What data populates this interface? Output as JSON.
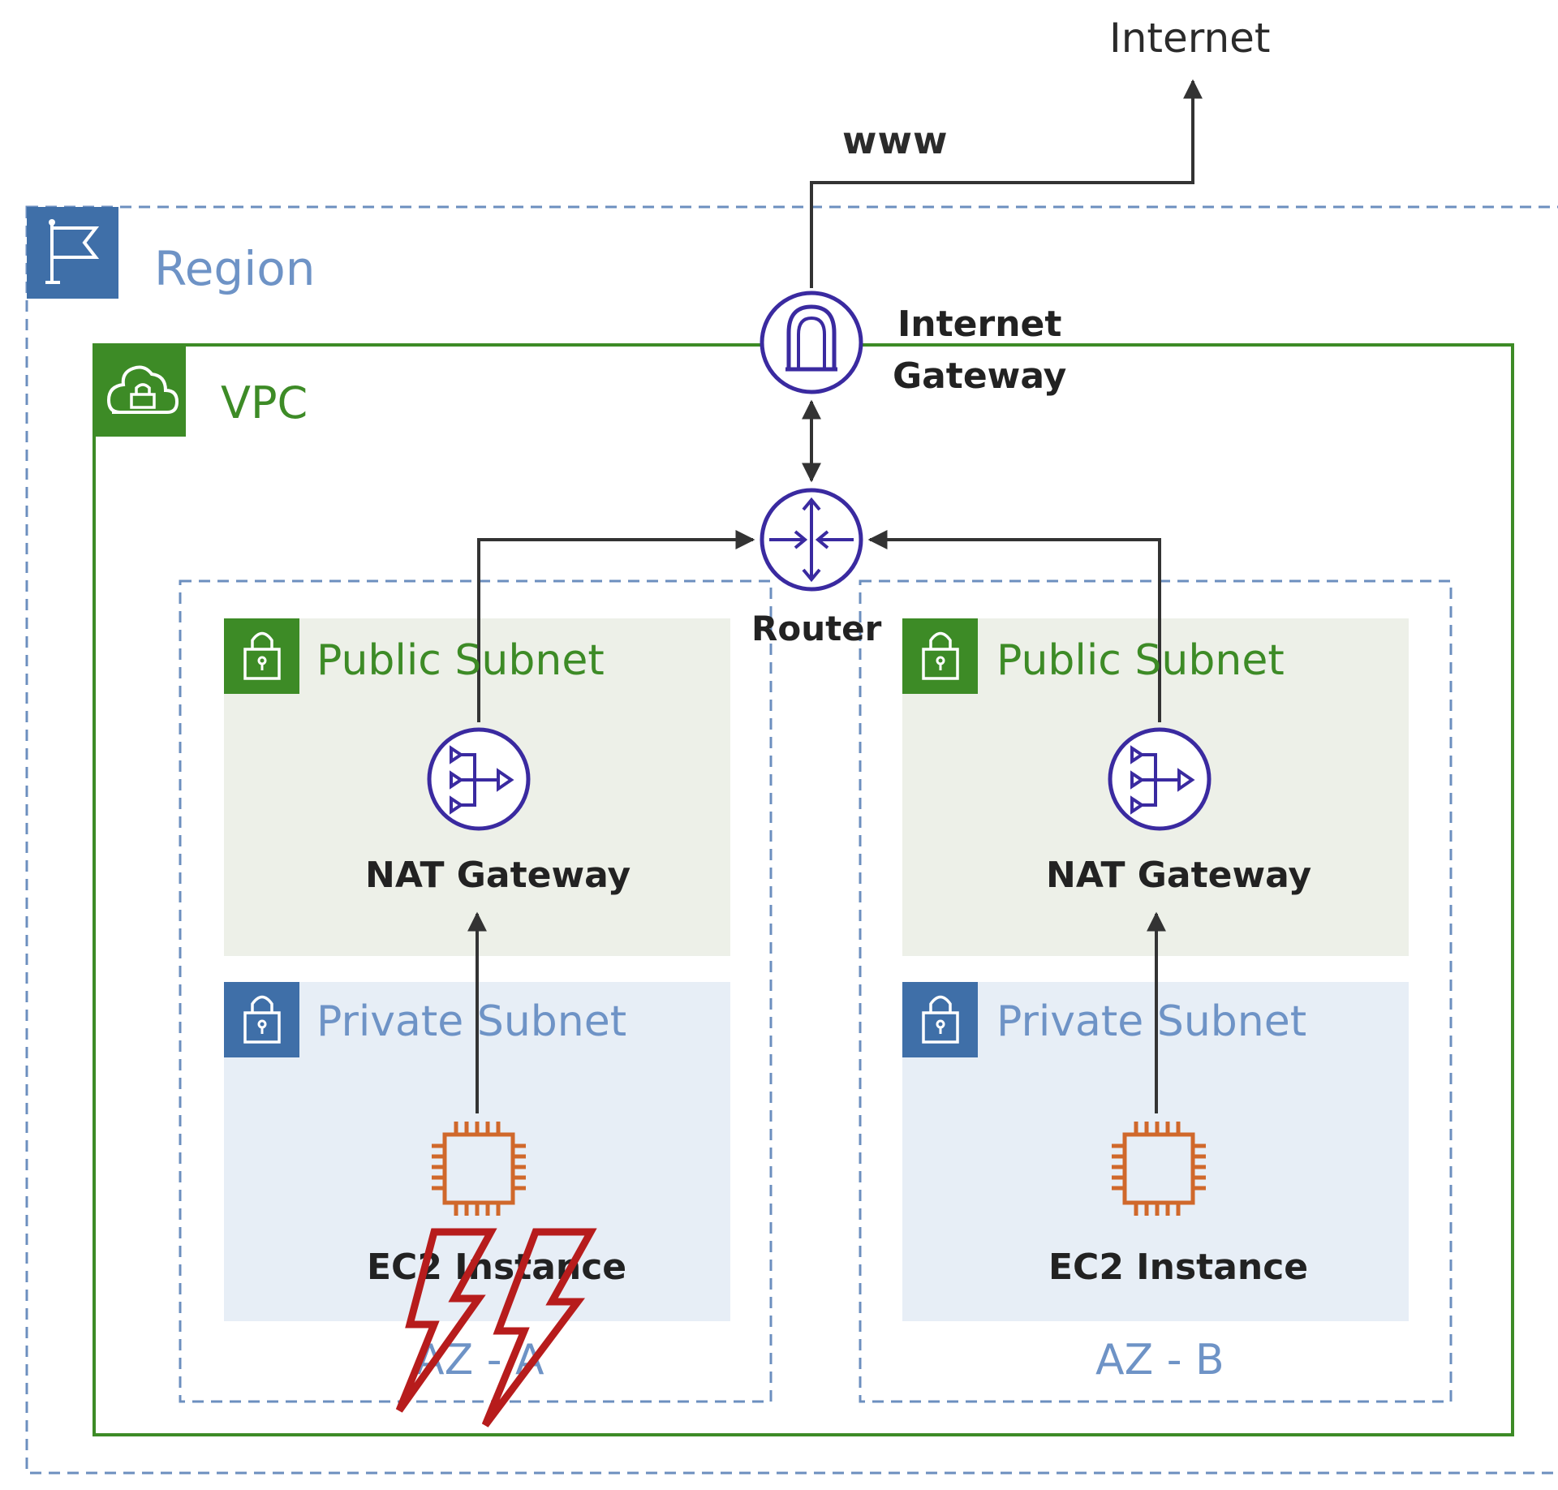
{
  "labels": {
    "internet": "Internet",
    "www": "www",
    "region": "Region",
    "vpc": "VPC",
    "internet_gateway_line1": "Internet",
    "internet_gateway_line2": "Gateway",
    "router": "Router"
  },
  "zones": [
    {
      "az": "AZ - A",
      "public_subnet": "Public Subnet",
      "private_subnet": "Private Subnet",
      "nat_gateway": "NAT Gateway",
      "ec2_instance": "EC2 Instance",
      "failure_marker": "lightning-bolt-icon"
    },
    {
      "az": "AZ - B",
      "public_subnet": "Public Subnet",
      "private_subnet": "Private Subnet",
      "nat_gateway": "NAT Gateway",
      "ec2_instance": "EC2 Instance"
    }
  ],
  "colors": {
    "region_blue": "#3f6fa8",
    "region_text": "#6e93c6",
    "vpc_green": "#3d8b26",
    "public_subnet_bg": "#edf0e8",
    "private_subnet_bg": "#e7eef6",
    "gateway_purple": "#3a2aa0",
    "ec2_orange": "#d0682b",
    "failure_red": "#b71c1c",
    "arrow": "#333333"
  }
}
